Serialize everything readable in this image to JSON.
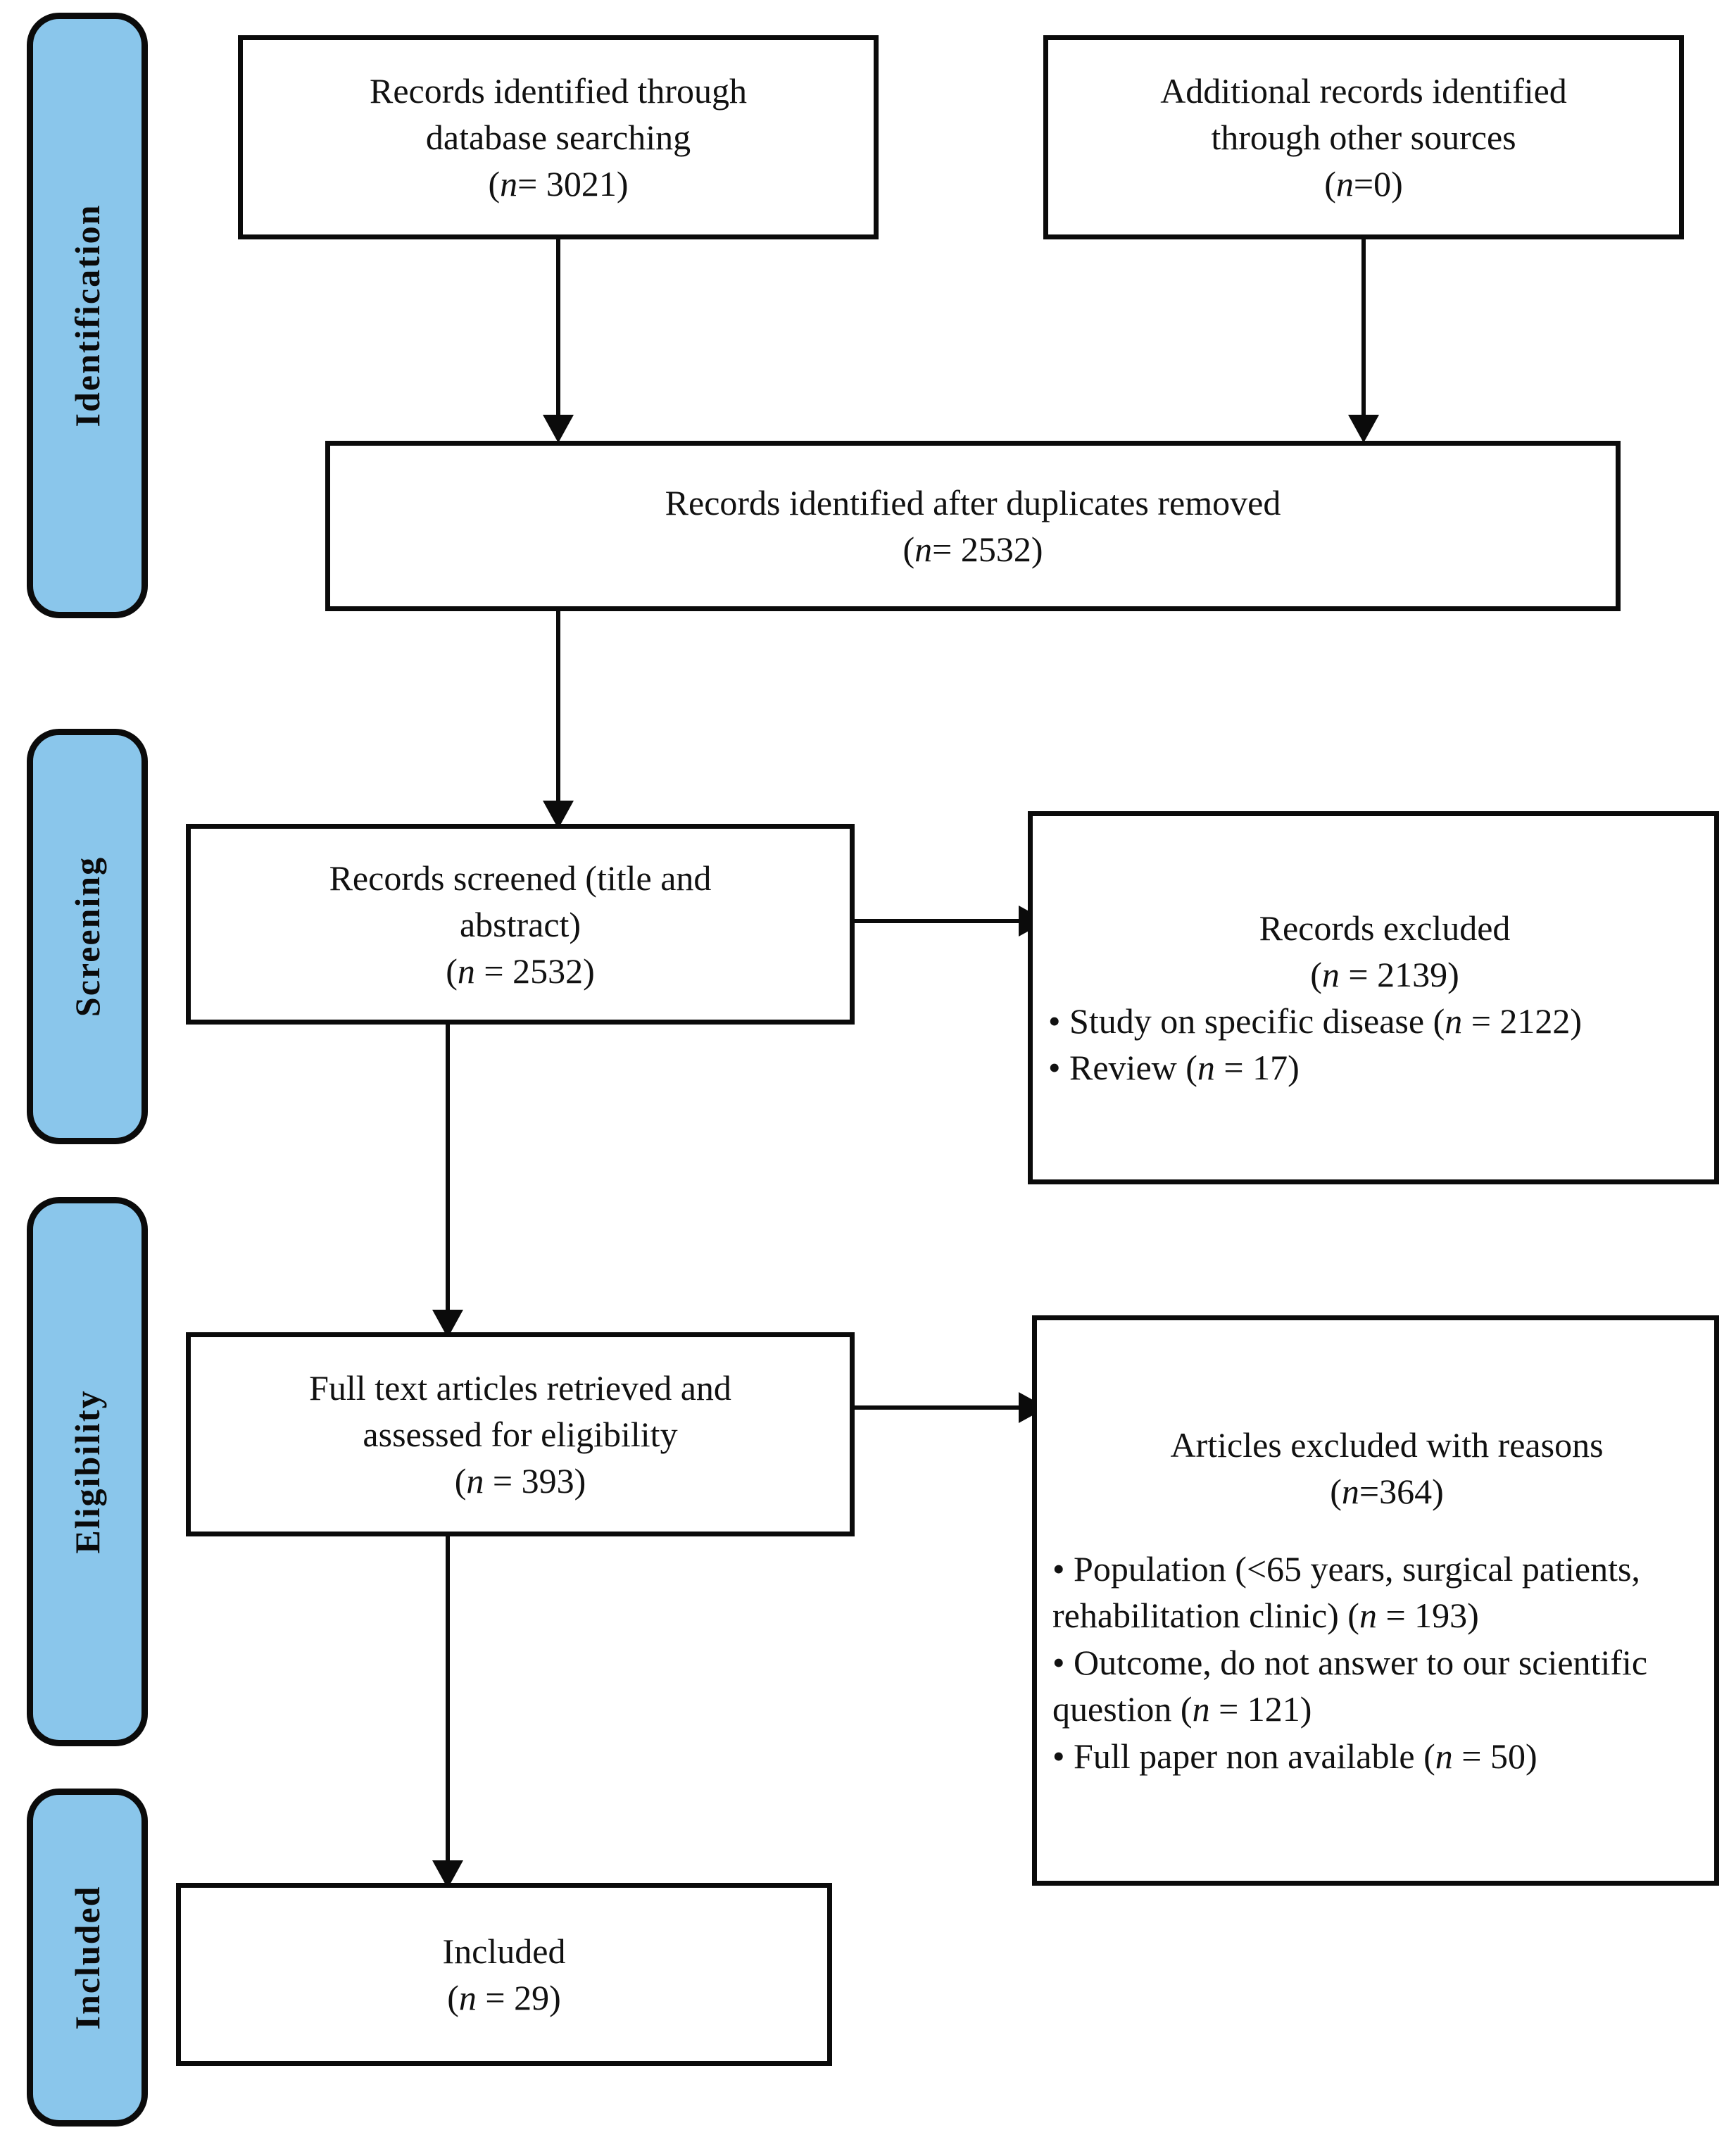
{
  "diagram": {
    "type": "prisma-flow-diagram",
    "accent_color": "#8AC6EB",
    "line_color": "#0b0b0b",
    "background_color": "#ffffff"
  },
  "phases": [
    {
      "id": "identification",
      "label": "Identification"
    },
    {
      "id": "screening",
      "label": "Screening"
    },
    {
      "id": "eligibility",
      "label": "Eligibility"
    },
    {
      "id": "included",
      "label": "Included"
    }
  ],
  "boxes": {
    "db_search": {
      "line1": "Records identified through",
      "line2": "database searching",
      "n_prefix": "(",
      "n_italic": "n",
      "n_value": "= 3021)"
    },
    "other_sources": {
      "line1": "Additional records identified",
      "line2": "through other sources",
      "n_prefix": "(",
      "n_italic": "n",
      "n_value": "=0)"
    },
    "duplicates_removed": {
      "line1": "Records identified after duplicates removed",
      "n_prefix": "(",
      "n_italic": "n",
      "n_value": "= 2532)"
    },
    "records_screened": {
      "line1": "Records screened (title and",
      "line2": "abstract)",
      "n_prefix": "(",
      "n_italic": "n",
      "n_value": " = 2532)"
    },
    "records_excluded": {
      "title": "Records excluded",
      "n_prefix": "(",
      "n_italic": "n",
      "n_value": " = 2139)",
      "reasons": [
        {
          "bullet": "•",
          "text_a": "Study on specific disease (",
          "italic": "n",
          "text_b": " = 2122)"
        },
        {
          "bullet": "•",
          "text_a": "Review (",
          "italic": "n",
          "text_b": " = 17)"
        }
      ]
    },
    "full_text_assessed": {
      "line1": "Full text articles retrieved and",
      "line2": "assessed for eligibility",
      "n_prefix": "(",
      "n_italic": "n",
      "n_value": " = 393)"
    },
    "articles_excluded": {
      "title": "Articles excluded with reasons",
      "n_prefix": "(",
      "n_italic": "n",
      "n_value": "=364)",
      "reasons": [
        {
          "bullet": "•",
          "text_a": "Population (<65 years, surgical patients, rehabilitation clinic) (",
          "italic": "n",
          "text_b": " = 193)"
        },
        {
          "bullet": "•",
          "text_a": "Outcome, do not answer to our scientific question (",
          "italic": "n",
          "text_b": " = 121)"
        },
        {
          "bullet": "•",
          "text_a": "Full paper non available (",
          "italic": "n",
          "text_b": " = 50)"
        }
      ]
    },
    "included_final": {
      "line1": "Included",
      "n_prefix": "(",
      "n_italic": "n",
      "n_value": " = 29)"
    }
  },
  "chart_data": {
    "type": "flowchart",
    "title": "PRISMA flow diagram",
    "nodes": [
      {
        "id": "db_search",
        "phase": "Identification",
        "label": "Records identified through database searching",
        "n": 3021
      },
      {
        "id": "other_sources",
        "phase": "Identification",
        "label": "Additional records identified through other sources",
        "n": 0
      },
      {
        "id": "duplicates_removed",
        "phase": "Identification",
        "label": "Records identified after duplicates removed",
        "n": 2532
      },
      {
        "id": "records_screened",
        "phase": "Screening",
        "label": "Records screened (title and abstract)",
        "n": 2532
      },
      {
        "id": "records_excluded",
        "phase": "Screening",
        "label": "Records excluded",
        "n": 2139,
        "breakdown": [
          {
            "reason": "Study on specific disease",
            "n": 2122
          },
          {
            "reason": "Review",
            "n": 17
          }
        ]
      },
      {
        "id": "full_text_assessed",
        "phase": "Eligibility",
        "label": "Full text articles retrieved and assessed for eligibility",
        "n": 393
      },
      {
        "id": "articles_excluded",
        "phase": "Eligibility",
        "label": "Articles excluded with reasons",
        "n": 364,
        "breakdown": [
          {
            "reason": "Population (<65 years, surgical patients, rehabilitation clinic)",
            "n": 193
          },
          {
            "reason": "Outcome, do not answer to our scientific question",
            "n": 121
          },
          {
            "reason": "Full paper non available",
            "n": 50
          }
        ]
      },
      {
        "id": "included_final",
        "phase": "Included",
        "label": "Included",
        "n": 29
      }
    ],
    "edges": [
      {
        "from": "db_search",
        "to": "duplicates_removed"
      },
      {
        "from": "other_sources",
        "to": "duplicates_removed"
      },
      {
        "from": "duplicates_removed",
        "to": "records_screened"
      },
      {
        "from": "records_screened",
        "to": "records_excluded"
      },
      {
        "from": "records_screened",
        "to": "full_text_assessed"
      },
      {
        "from": "full_text_assessed",
        "to": "articles_excluded"
      },
      {
        "from": "full_text_assessed",
        "to": "included_final"
      }
    ]
  }
}
